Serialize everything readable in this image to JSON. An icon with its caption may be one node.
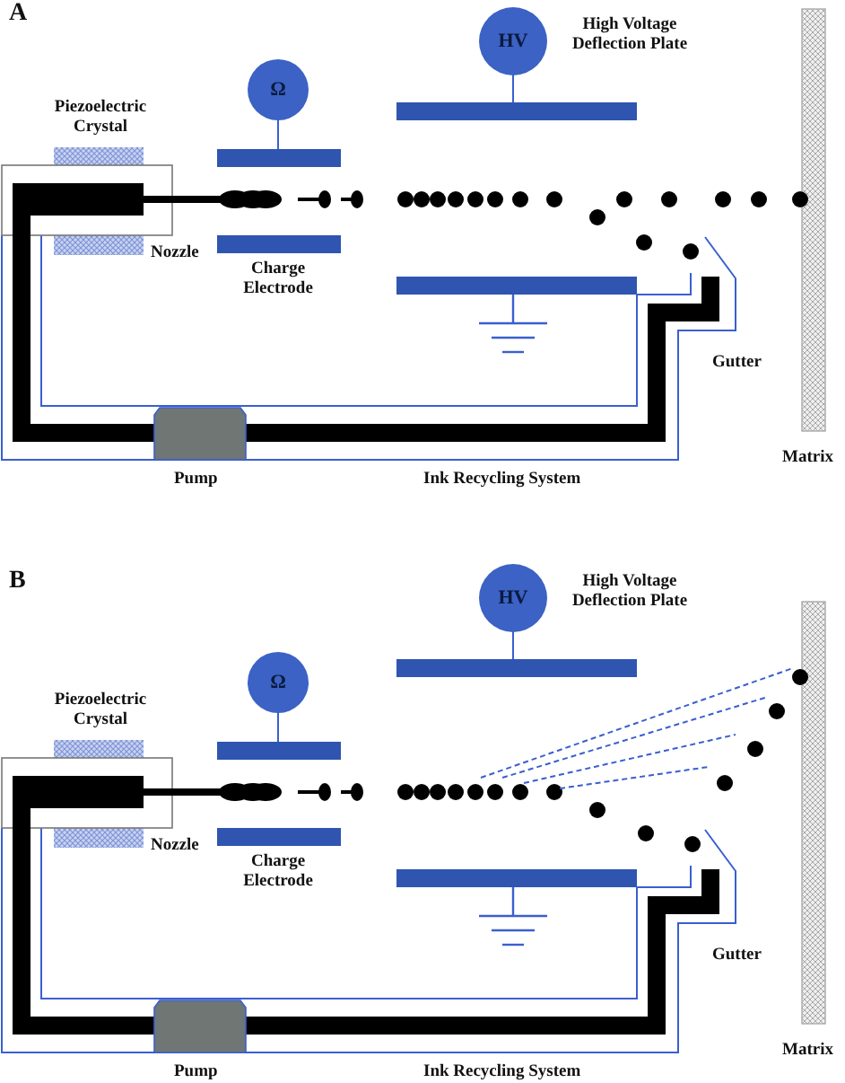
{
  "diagram": {
    "nodes": [
      {
        "text": [
          "Ω"
        ]
      },
      {
        "text": [
          "HV"
        ]
      },
      {
        "text": [
          "Ω"
        ]
      },
      {
        "text": [
          "HV"
        ]
      }
    ],
    "labels": [
      "A",
      "High Voltage Deflection Plate",
      "Piezoelectric Crystal",
      "Nozzle",
      "Charge Electrode",
      "Gutter",
      "Matrix",
      "Pump",
      "Ink Recycling System",
      "B",
      "High Voltage Deflection Plate",
      "Piezoelectric Crystal",
      "Nozzle",
      "Charge Electrode",
      "Gutter",
      "Matrix",
      "Pump",
      "Ink Recycling System"
    ]
  }
}
